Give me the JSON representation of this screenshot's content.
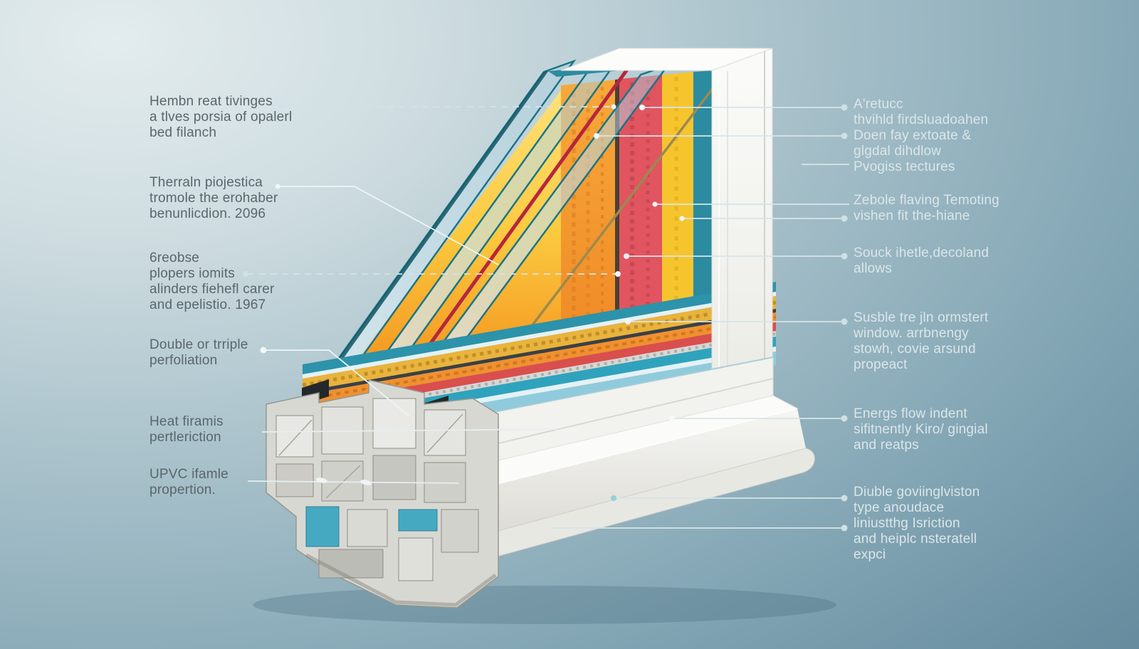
{
  "callouts": {
    "left": [
      {
        "id": "left-1",
        "text": "Hembn reat tivinges\na tlves porsia of opalerl\nbed filanch"
      },
      {
        "id": "left-2",
        "text": "Therraln piojestica\ntromole the erohaber\nbenunlicdion. 2096"
      },
      {
        "id": "left-3",
        "text": "6reobse\nplopers iomits\nalinders fiehefl carer\nand epelistio. 1967"
      },
      {
        "id": "left-4",
        "text": "Double or trriple\nperfoliation"
      },
      {
        "id": "left-5",
        "text": "Heat firamis\npertleriction"
      },
      {
        "id": "left-6",
        "text": "UPVC ifamle\npropertion."
      }
    ],
    "right": [
      {
        "id": "right-1",
        "text": "A'retucc\nthvihld firdsluadoahen\nDoen fay extoate &\nglgdal dihdlow\nPvogiss tectures"
      },
      {
        "id": "right-2",
        "text": "Zebole flaving Temoting\nvishen fit the-hiane"
      },
      {
        "id": "right-3",
        "text": "Souck ihetle,decoland\nallows"
      },
      {
        "id": "right-4",
        "text": "Susble tre jln ormstert\nwindow. arrbnengy\nstowh, covie arsund\npropeact"
      },
      {
        "id": "right-5",
        "text": "Energs flow indent\nsifitnently Kiro/ gingial\nand reatps"
      },
      {
        "id": "right-6",
        "text": "Diuble goviinglviston\ntype anoudace\nliniustthg Isriction\nand heiplc nsteratell\nexpci"
      }
    ]
  },
  "palette": {
    "background_top_left": "#e3ecee",
    "background_bottom_right": "#5d8296",
    "glass_teal": "#1b7487",
    "sun_yellow": "#f8c93a",
    "heat_orange": "#ef9130",
    "heat_red": "#d94f4e",
    "band_orange": "#f0902c",
    "band_red": "#e05560",
    "band_yellow": "#f6c52e",
    "spacer_red": "#b5273d",
    "frame_white": "#f6f6f3",
    "profile_grey": "#d8d8d3",
    "accent_teal": "#2fa3bd",
    "callout_left_text": "#5a666b",
    "callout_right_text": "#dbe6e9",
    "callout_line": "#d7e5e8"
  }
}
